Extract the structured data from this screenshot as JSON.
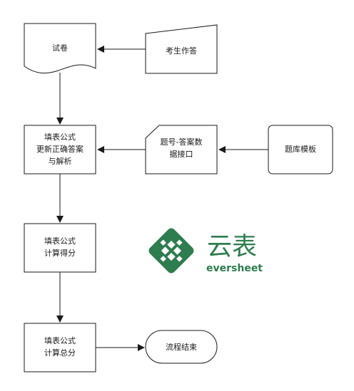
{
  "nodes": {
    "paper": "试卷",
    "student_answer": "考生作答",
    "fill_formula_1": [
      "填表公式",
      "更新正确答案",
      "与解析"
    ],
    "qno_data_interface": [
      "题号-答案数",
      "据接口"
    ],
    "bank_template": "题库模板",
    "fill_formula_2": [
      "填表公式",
      "计算得分"
    ],
    "fill_formula_3": [
      "填表公式",
      "计算总分"
    ],
    "process_end": "流程结束"
  },
  "logo": {
    "cjk": "云表",
    "latin": "eversheet"
  },
  "colors": {
    "line": "#1a1a1a",
    "brand_green": "#2e7d4e"
  }
}
